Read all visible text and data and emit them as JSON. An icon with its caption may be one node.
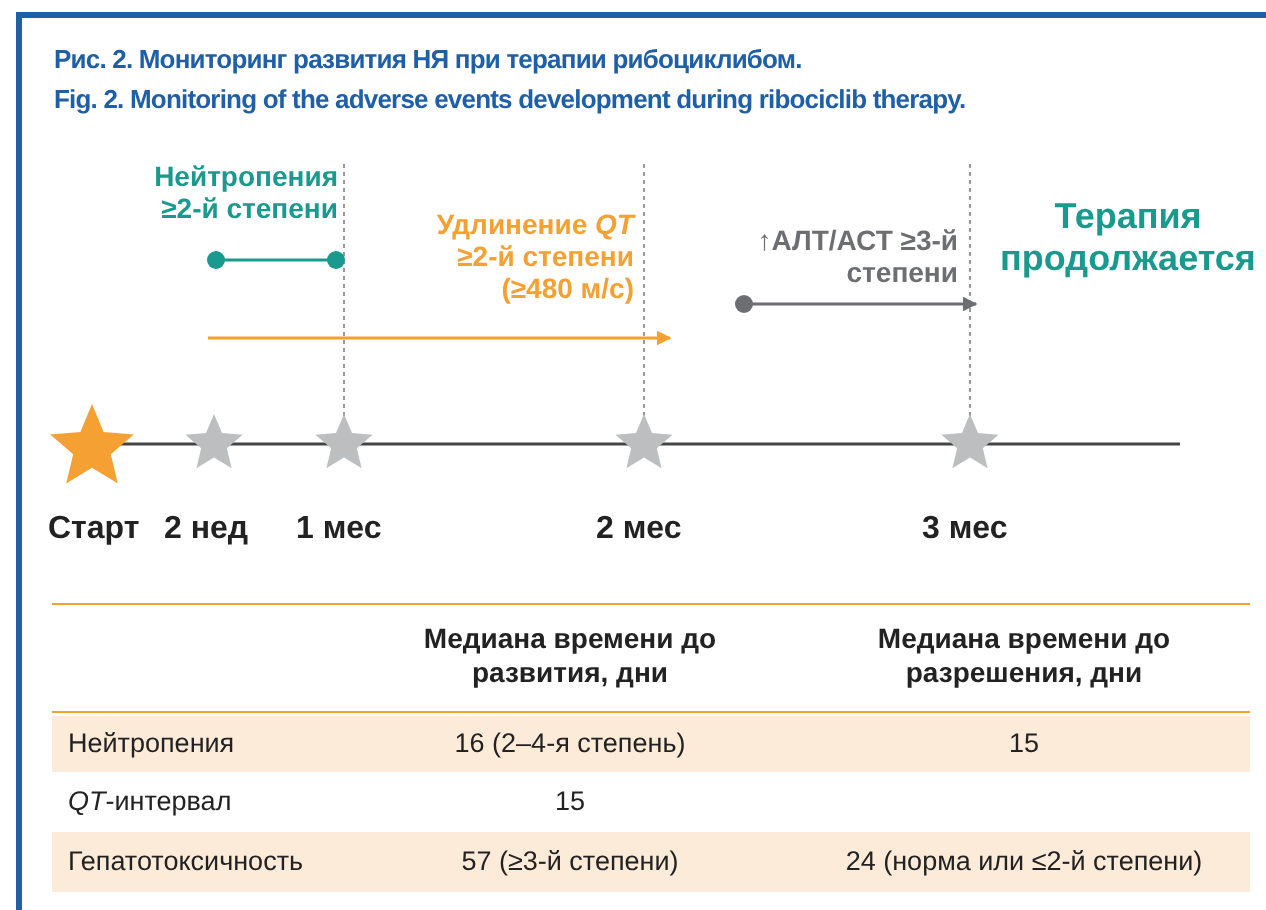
{
  "diagram": {
    "title": "Рис. 2. Мониторинг развития НЯ при терапии рибоциклибом.",
    "caption": "Fig. 2. Monitoring of the adverse events development during ribociclib therapy.",
    "labels": [
      "Нейтропения ≥2-й степени",
      "Удлинение *QT* ≥2-й степени (≥480 м/с)",
      "↑АЛТ/АСТ ≥3-й степени",
      "Терапия продолжается",
      "Старт",
      "2 нед",
      "1 мес",
      "2 мес",
      "3 мес",
      "Медиана времени до развития, дни",
      "Медиана времени до разрешения, дни",
      "Нейтропения",
      "16 (2–4-я степень)",
      "15",
      "*QT*-интервал",
      "15",
      "Гепатотоксичность",
      "57 (≥3-й степени)",
      "24 (норма или ≤2-й степени)"
    ]
  }
}
